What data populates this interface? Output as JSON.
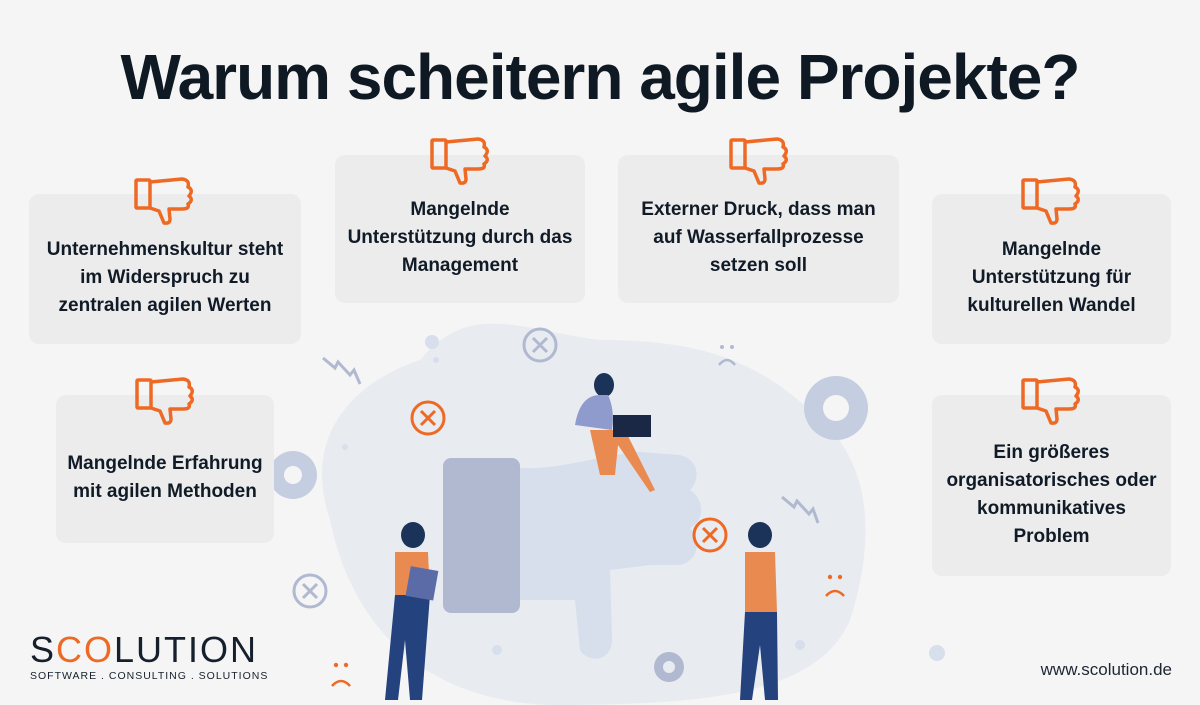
{
  "title": "Warum scheitern agile Projekte?",
  "colors": {
    "accent": "#ee6a24",
    "text": "#111b27",
    "card_bg": "#ececec",
    "page_bg": "#f5f5f5",
    "illustration_blue": "#b0b9d0"
  },
  "reasons": [
    {
      "icon": "thumbs-down-icon",
      "text": "Unternehmenskultur steht im Widerspruch zu zentralen agilen Werten"
    },
    {
      "icon": "thumbs-down-icon",
      "text": "Mangelnde Unterstützung durch das Management"
    },
    {
      "icon": "thumbs-down-icon",
      "text": "Externer Druck, dass man auf Wasserfallprozesse setzen soll"
    },
    {
      "icon": "thumbs-down-icon",
      "text": "Mangelnde Unterstützung für kulturellen Wandel"
    },
    {
      "icon": "thumbs-down-icon",
      "text": "Mangelnde Erfahrung mit agilen Methoden"
    },
    {
      "icon": "thumbs-down-icon",
      "text": "Ein größeres organisatorisches oder kommunikatives Problem"
    }
  ],
  "logo": {
    "name_prefix": "S",
    "name_accent": "CO",
    "name_suffix": "LUTION",
    "tagline": "SOFTWARE . CONSULTING . SOLUTIONS"
  },
  "website": "www.scolution.de"
}
